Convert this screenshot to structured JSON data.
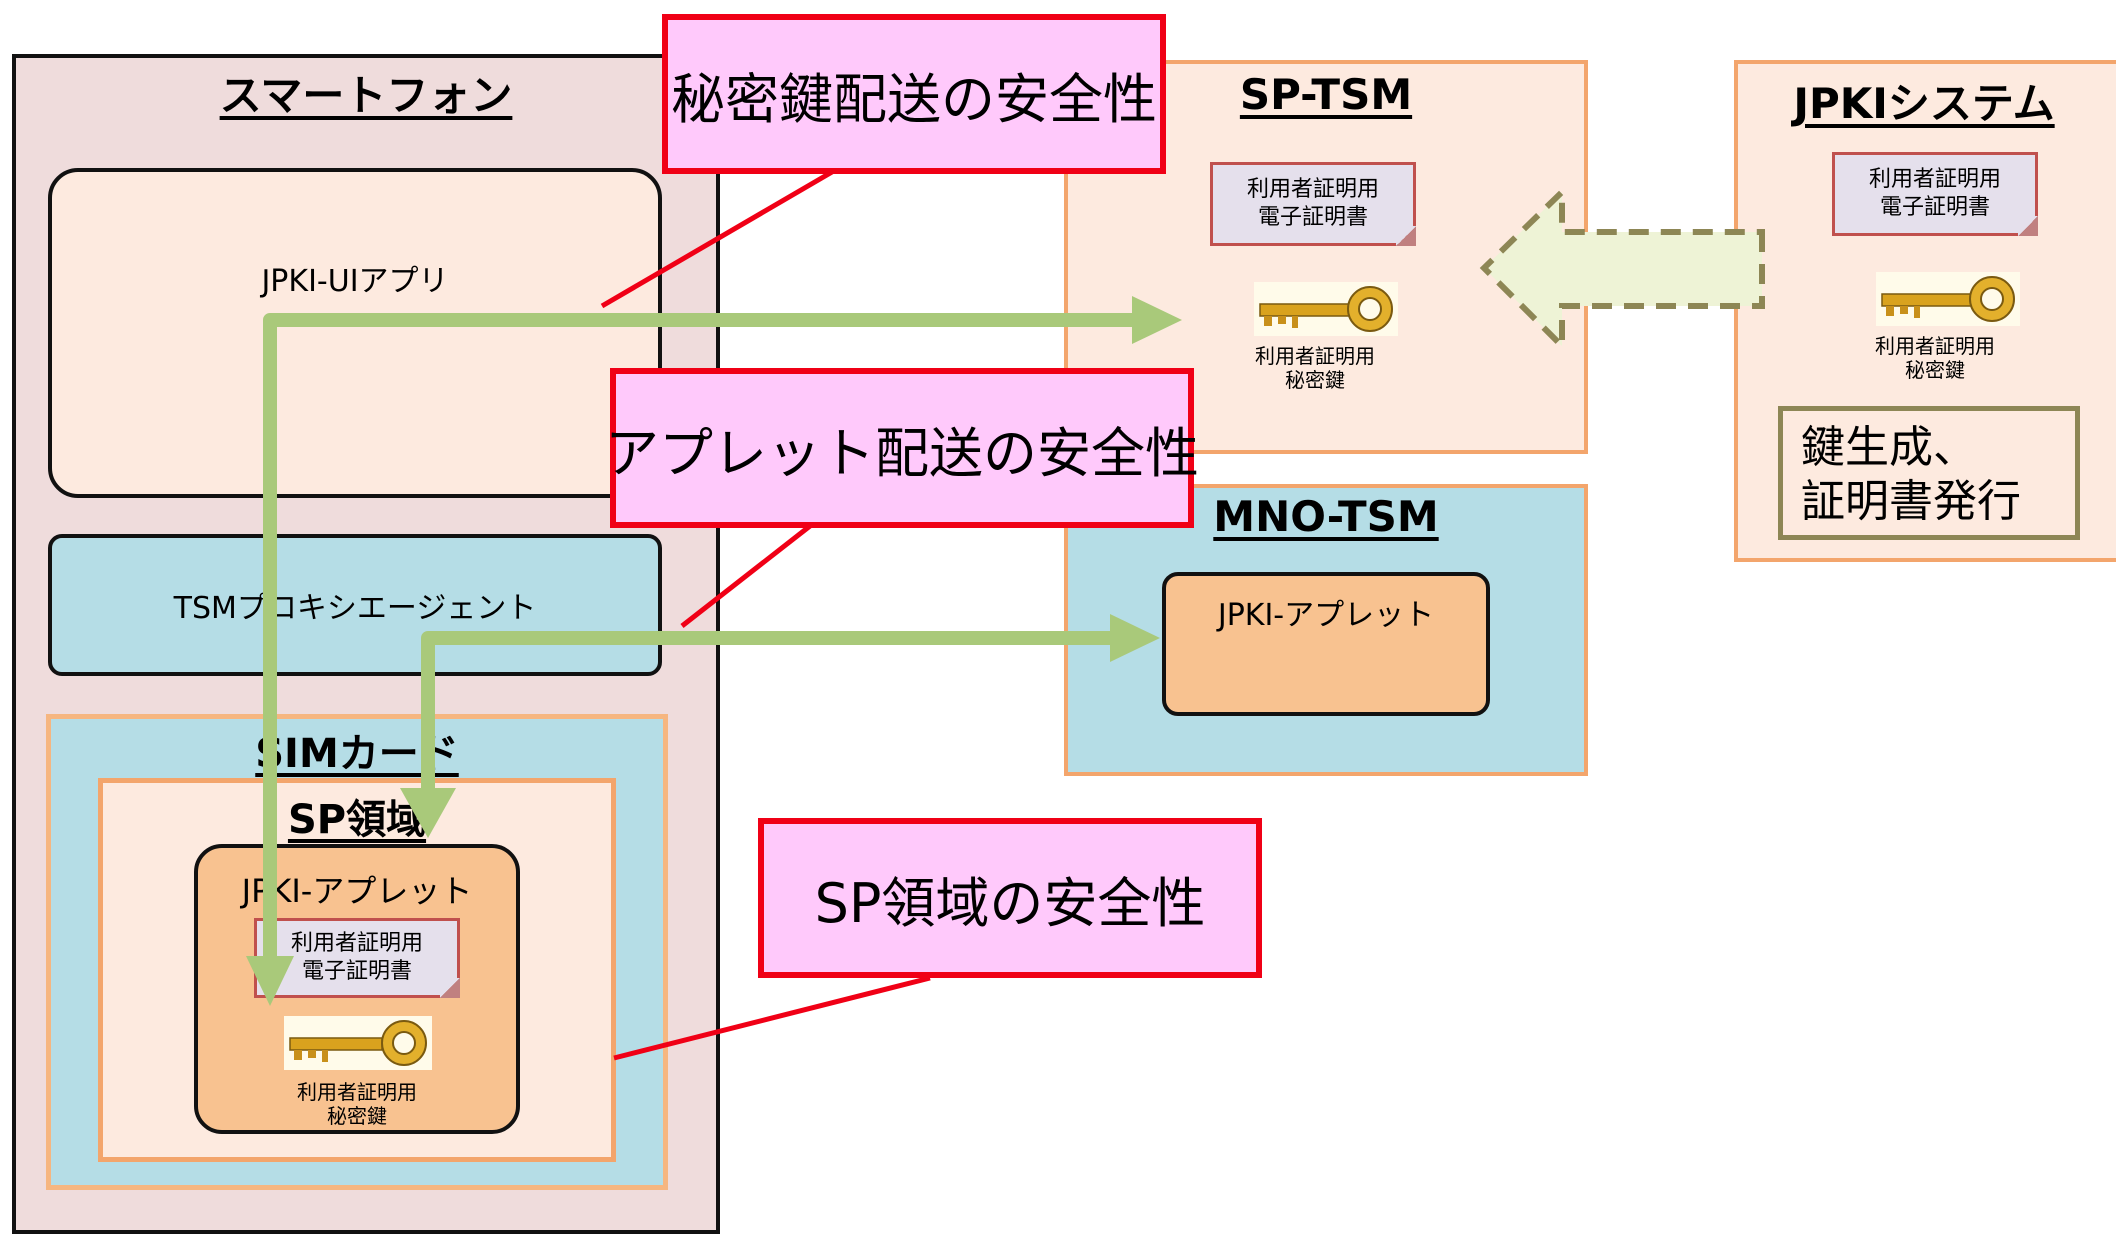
{
  "smartphone": {
    "title": "スマートフォン",
    "ui_app": "JPKI-UIアプリ",
    "proxy_agent": "TSMプロキシエージェント",
    "sim_card": {
      "title": "SIMカード",
      "sp_area": {
        "title": "SP領域",
        "applet": {
          "label": "JPKI-アプレット",
          "certificate": [
            "利用者証明用",
            "電子証明書"
          ],
          "key_label": "利用者証明用\n秘密鍵"
        }
      }
    }
  },
  "sp_tsm": {
    "title": "SP-TSM",
    "certificate": [
      "利用者証明用",
      "電子証明書"
    ],
    "key_label": "利用者証明用\n秘密鍵"
  },
  "mno_tsm": {
    "title": "MNO-TSM",
    "applet": "JPKI-アプレット"
  },
  "jpki_system": {
    "title": "JPKIシステム",
    "certificate": [
      "利用者証明用",
      "電子証明書"
    ],
    "key_label": "利用者証明用\n秘密鍵",
    "keygen": [
      "鍵生成、",
      "証明書発行"
    ]
  },
  "callouts": {
    "key_delivery": "秘密鍵配送の安全性",
    "applet_delivery": "アプレット配送の安全性",
    "sp_area": "SP領域の安全性"
  },
  "colors": {
    "callout_fill": "#ffc9fb",
    "callout_border": "#f00016",
    "arrow_green": "#a9c97a",
    "dashed_arrow": "#8d8655",
    "tsm_blue": "#b5dde6",
    "peach": "#fdeadf",
    "orange": "#f8c290"
  }
}
